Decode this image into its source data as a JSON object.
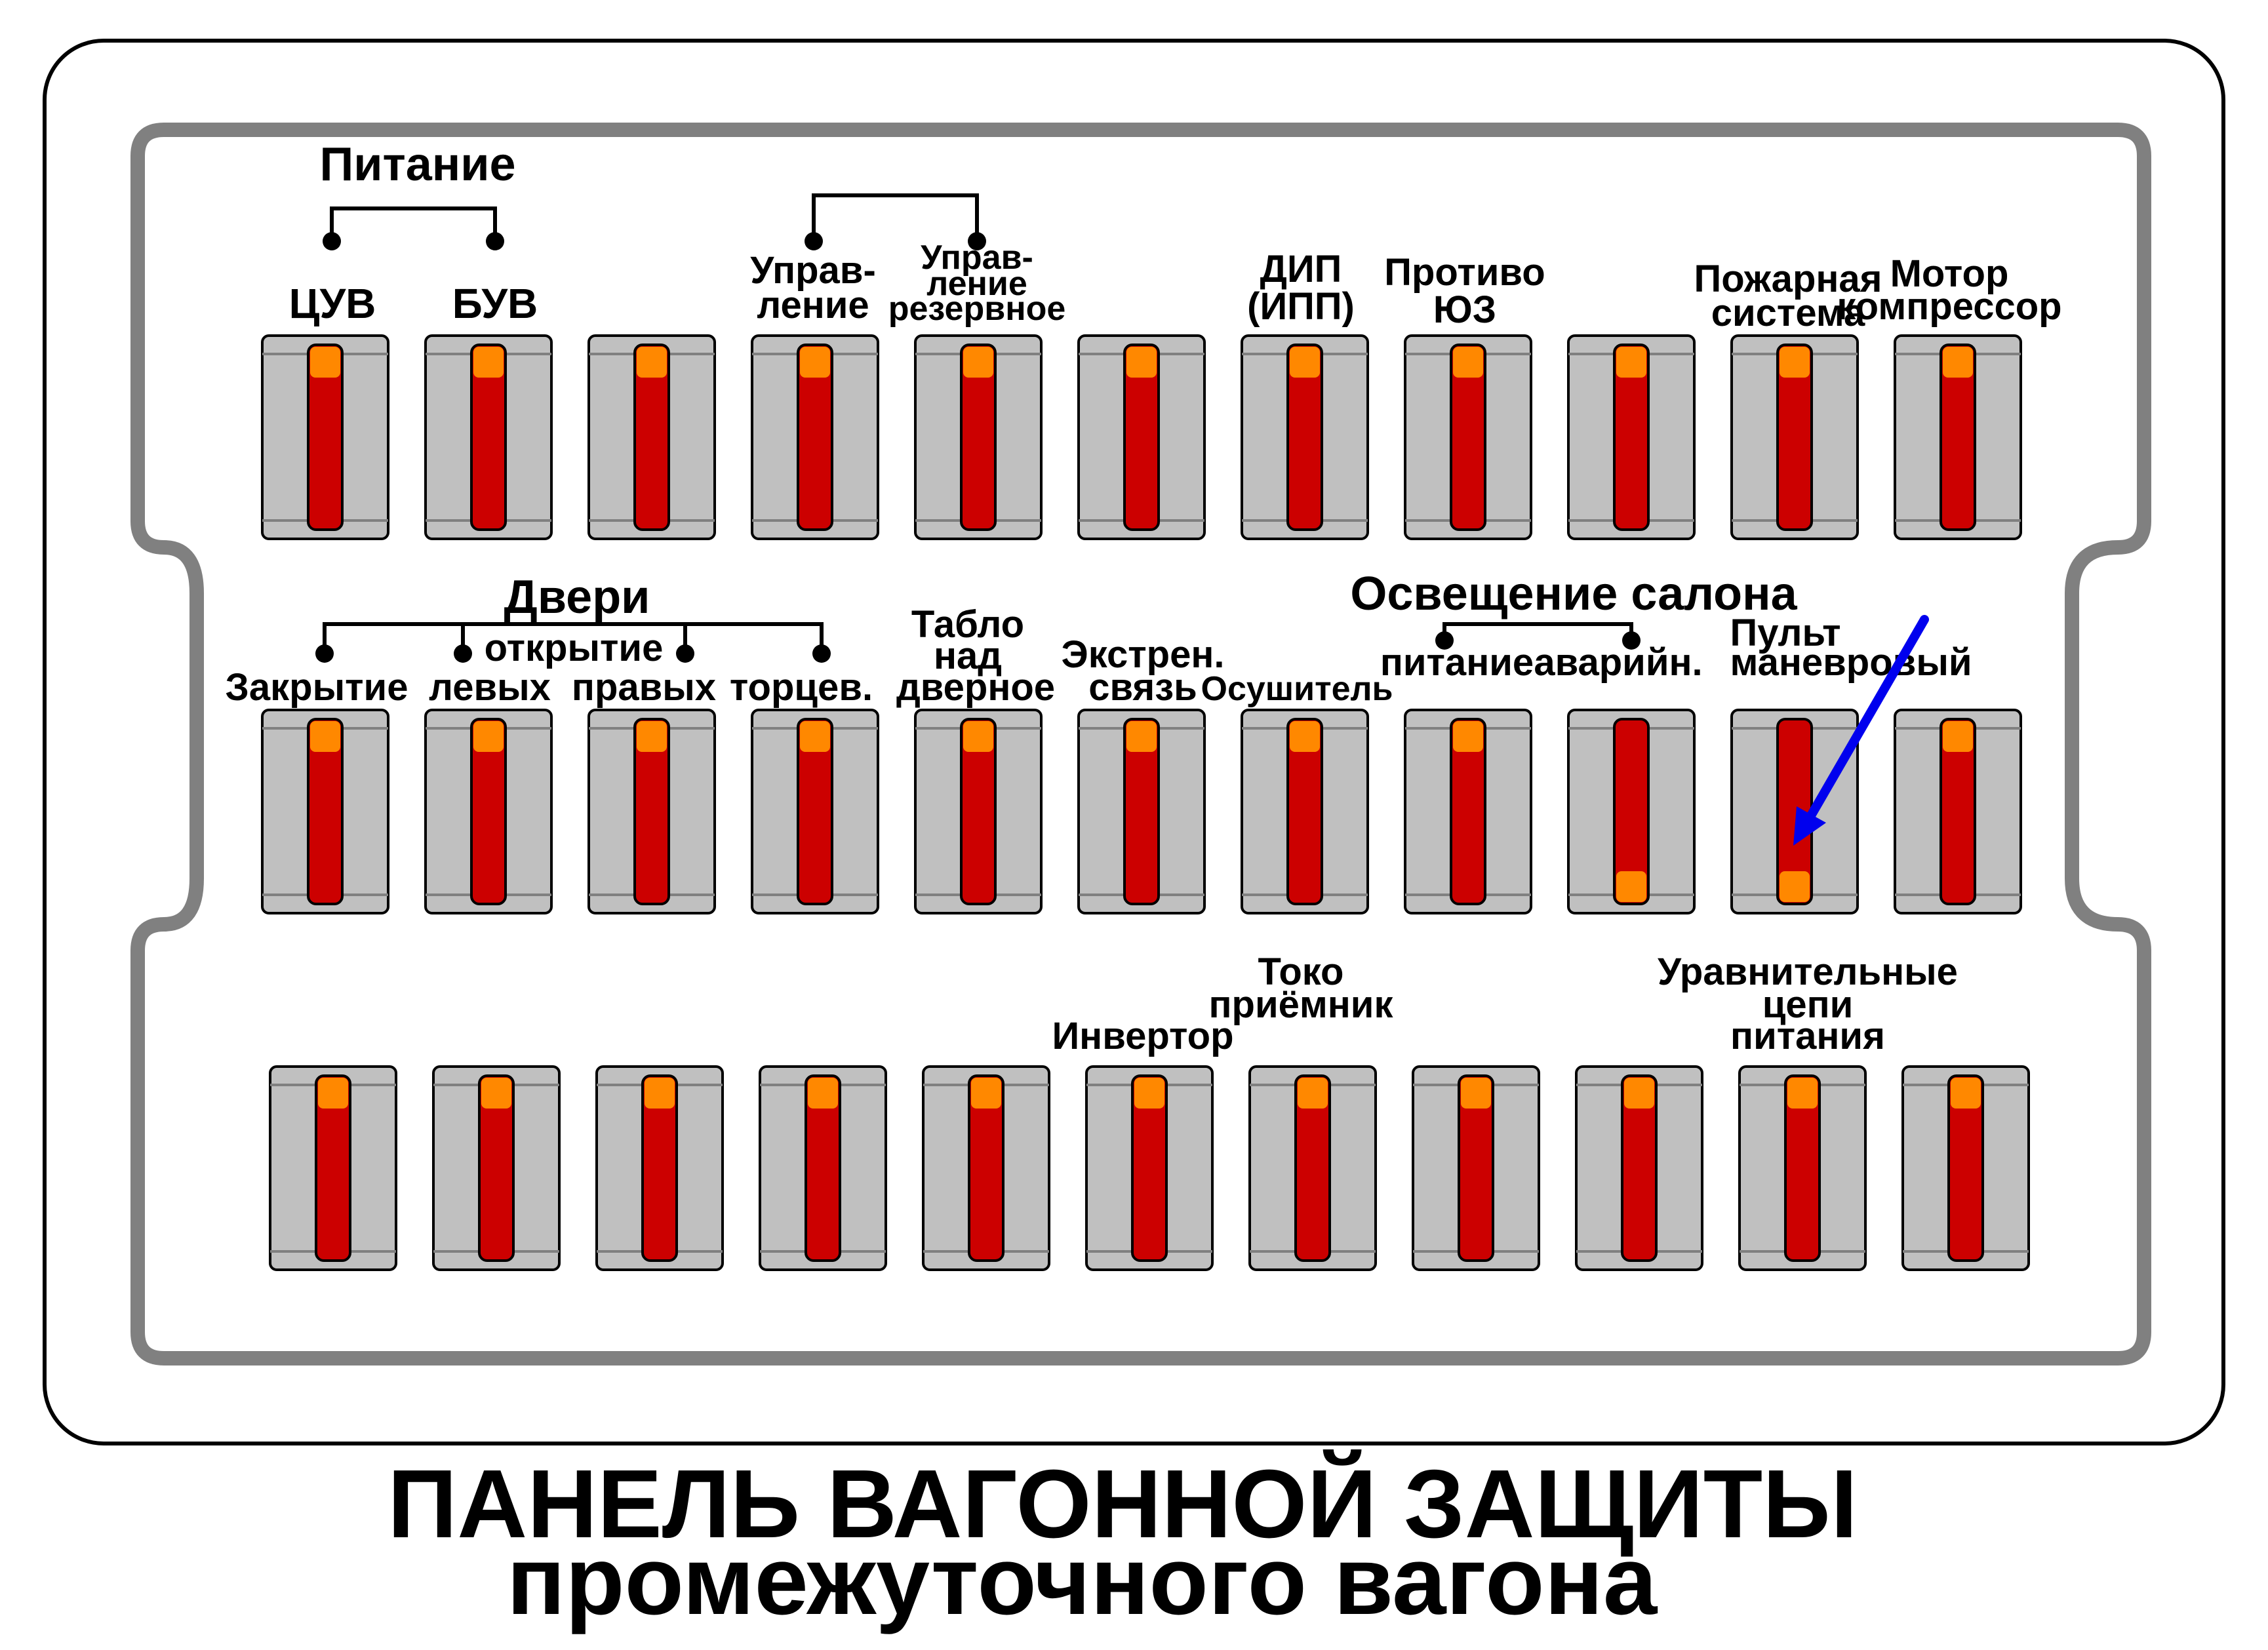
{
  "title": {
    "line1": "ПАНЕЛЬ ВАГОННОЙ ЗАЩИТЫ",
    "line2": "промежуточного вагона"
  },
  "groups": {
    "power": "Питание",
    "doors": "Двери",
    "doors_sub": "открытие",
    "lighting": "Освещение салона"
  },
  "labels": {
    "r1": [
      "ЦУВ",
      "БУВ",
      "Управ-",
      "ление",
      "Управ-",
      "ление",
      "резервное",
      "ДИП",
      "(ИПП)",
      "Противо",
      "ЮЗ",
      "Пожарная",
      "система",
      "Мотор",
      "компрессор"
    ],
    "r2": [
      "Закрытие",
      "левых",
      "правых",
      "торцев.",
      "Табло",
      "над",
      "дверное",
      "Экстрен.",
      "связь",
      "Осушитель",
      "питание",
      "аварийн.",
      "Пульт",
      "маневровый"
    ],
    "r3": [
      "Инвертор",
      "Токо",
      "приёмник",
      "Уравнительные",
      "цепи",
      "питания"
    ]
  },
  "switch_states": {
    "row1": [
      "on",
      "on",
      "on",
      "on",
      "on",
      "on",
      "on",
      "on",
      "on",
      "on",
      "on"
    ],
    "row2": [
      "on",
      "on",
      "on",
      "on",
      "on",
      "on",
      "on",
      "on",
      "off",
      "off",
      "on"
    ],
    "row3": [
      "on",
      "on",
      "on",
      "on",
      "on",
      "on",
      "on",
      "on",
      "on",
      "on",
      "on"
    ]
  },
  "highlighted_switch": {
    "row": 2,
    "index": 10
  },
  "colors": {
    "handle": "#cc0000",
    "tip": "#ff8800",
    "body": "#c0c0c0",
    "frame": "#808080",
    "arrow": "#0000ee"
  },
  "icons": [
    "arrow-icon"
  ]
}
